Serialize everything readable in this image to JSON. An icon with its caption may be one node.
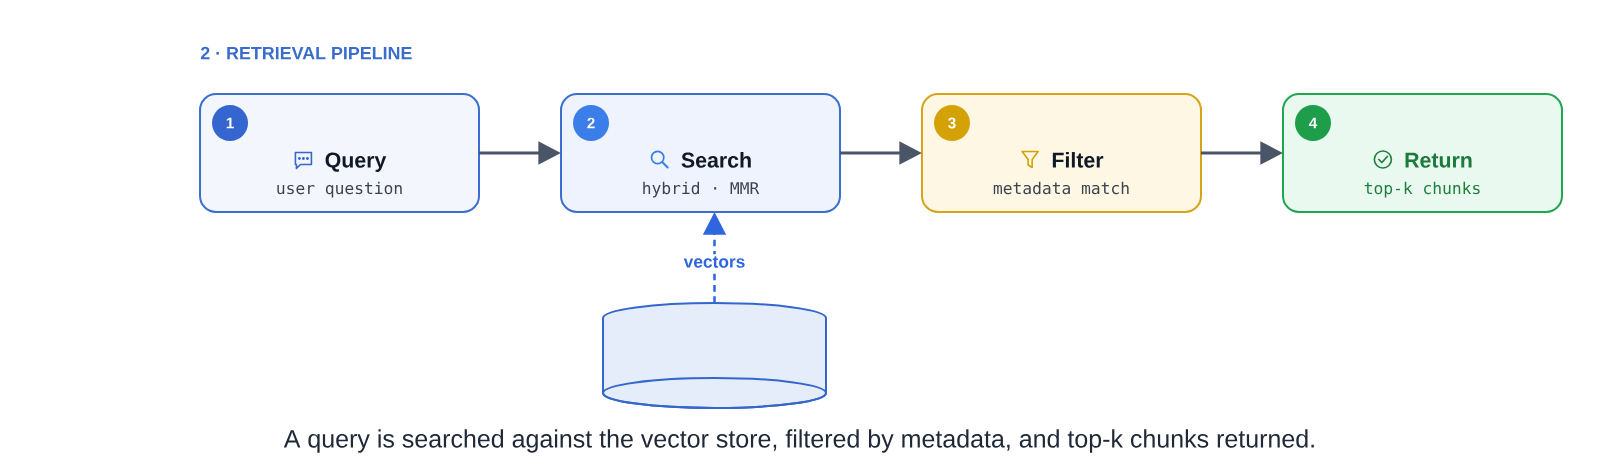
{
  "diagram": {
    "title": "2 · RETRIEVAL PIPELINE",
    "caption": "A query is searched against the vector store, filtered by metadata, and top-k chunks returned.",
    "nodes": [
      {
        "text": [
          "1",
          "Query",
          "user question"
        ]
      },
      {
        "text": [
          "2",
          "Search",
          "hybrid · MMR"
        ]
      },
      {
        "text": [
          "3",
          "Filter",
          "metadata match"
        ]
      },
      {
        "text": [
          "4",
          "Return",
          "top-k chunks"
        ]
      },
      {
        "text": [],
        "shape": "cylinder"
      }
    ],
    "edges": [
      {
        "from": 0,
        "to": 1,
        "arrow": "to"
      },
      {
        "from": 1,
        "to": 2,
        "arrow": "to"
      },
      {
        "from": 2,
        "to": 3,
        "arrow": "to"
      },
      {
        "from": 4,
        "to": 1,
        "arrow": "to",
        "label": "vectors",
        "style": "dashed",
        "color": "#2f66e0"
      }
    ]
  }
}
